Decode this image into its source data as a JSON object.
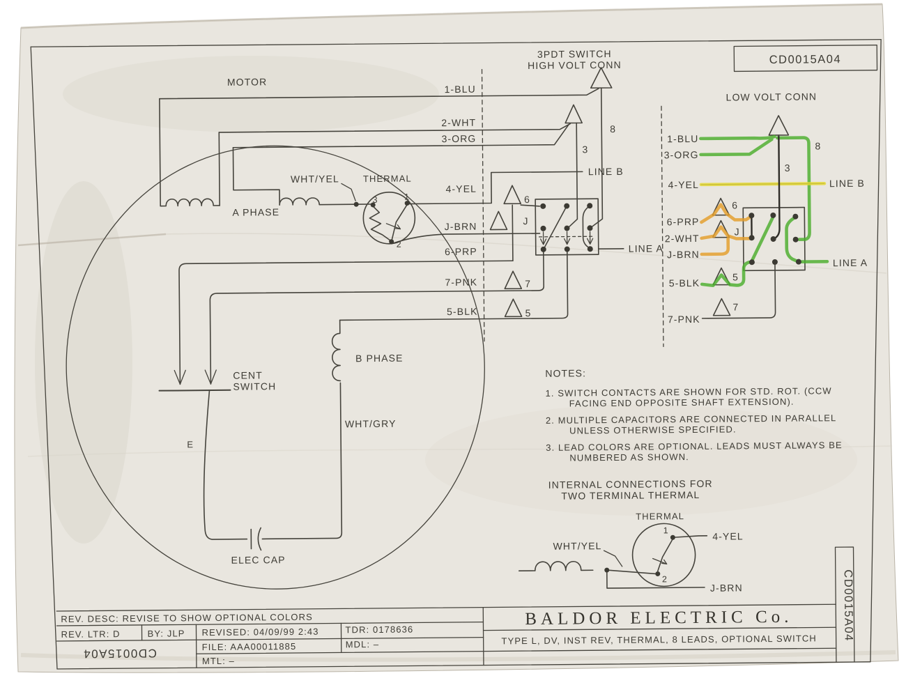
{
  "doc": {
    "number": "CD0015A04"
  },
  "header": {
    "switch_title_1": "3PDT SWITCH",
    "switch_title_2": "HIGH VOLT CONN",
    "motor": "MOTOR",
    "low_volt_title": "LOW VOLT CONN"
  },
  "high_volt": {
    "lead_1": "1-BLU",
    "lead_2": "2-WHT",
    "lead_3": "3-ORG",
    "lead_4": "4-YEL",
    "lead_j": "J-BRN",
    "lead_6": "6-PRP",
    "lead_7": "7-PNK",
    "lead_5": "5-BLK",
    "term_8": "8",
    "term_3": "3",
    "term_6": "6",
    "term_j": "J",
    "term_7": "7",
    "term_5": "5",
    "line_a": "LINE A",
    "line_b": "LINE B"
  },
  "motor_labels": {
    "a_phase": "A PHASE",
    "b_phase": "B PHASE",
    "thermal": "THERMAL",
    "wht_yel": "WHT/YEL",
    "wht_gry": "WHT/GRY",
    "cent_1": "CENT",
    "cent_2": "SWITCH",
    "e": "E",
    "elec_cap": "ELEC CAP",
    "pin_1": "1",
    "pin_2": "2",
    "pin_3": "3"
  },
  "low_volt": {
    "lead_1": "1-BLU",
    "lead_3": "3-ORG",
    "lead_4": "4-YEL",
    "lead_6": "6-PRP",
    "lead_2": "2-WHT",
    "lead_j": "J-BRN",
    "lead_5": "5-BLK",
    "lead_7": "7-PNK",
    "term_8": "8",
    "term_3": "3",
    "term_6": "6",
    "term_j": "J",
    "term_5": "5",
    "term_7": "7",
    "line_a": "LINE A",
    "line_b": "LINE B"
  },
  "notes": {
    "title": "NOTES:",
    "n1a": "1. SWITCH CONTACTS ARE SHOWN FOR STD. ROT. (CCW",
    "n1b": "FACING END OPPOSITE SHAFT EXTENSION).",
    "n2a": "2. MULTIPLE CAPACITORS ARE CONNECTED IN PARALLEL",
    "n2b": "UNLESS OTHERWISE SPECIFIED.",
    "n3a": "3. LEAD COLORS ARE OPTIONAL.  LEADS MUST ALWAYS BE",
    "n3b": "NUMBERED AS SHOWN."
  },
  "internal": {
    "title_1": "INTERNAL CONNECTIONS FOR",
    "title_2": "TWO TERMINAL THERMAL",
    "thermal": "THERMAL",
    "wht_yel": "WHT/YEL",
    "lead_4": "4-YEL",
    "lead_j": "J-BRN",
    "pin_1": "1",
    "pin_2": "2"
  },
  "title_block": {
    "rev_desc": "REV. DESC:  REVISE TO SHOW OPTIONAL COLORS",
    "rev_ltr": "REV. LTR:  D",
    "by": "BY:  JLP",
    "revised": "REVISED: 04/09/99  2:43",
    "tdr": "TDR: 0178636",
    "file": "FILE: AAA00011885",
    "mdl": "MDL: –",
    "mtl": "MTL: –",
    "company": "BALDOR  ELECTRIC  Co.",
    "type_line": "TYPE L, DV, INST REV, THERMAL, 8 LEADS, OPTIONAL SWITCH"
  },
  "colors": {
    "wire_green": "#4caf2e",
    "wire_yellow": "#e5d935",
    "wire_orange": "#e59f2b",
    "ink": "#45433c",
    "paper": "#e9e6df"
  }
}
